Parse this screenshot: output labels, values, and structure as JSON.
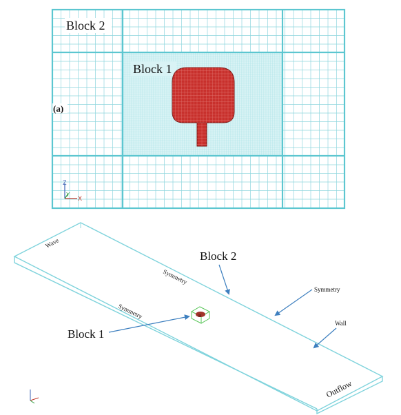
{
  "top_panel": {
    "panel_label": "(a)",
    "block_2_label": "Block 2",
    "block_1_label": "Block 1",
    "axis_z": "Z",
    "axis_y": "Y",
    "axis_x": "X",
    "mesh_color": "#8fd6de",
    "block_boundary_color": "#5cc6d0",
    "fine_mesh_fill": "#d9f3f5",
    "body_color": "#c8302c"
  },
  "bottom_panel": {
    "wave_label": "Wave",
    "symmetry_side_label": "Symmetry",
    "symmetry_top_label": "Symmetry",
    "symmetry_right_label": "Symmetry",
    "wall_label": "Wall",
    "outflow_label": "Outflow",
    "block_2_label": "Block 2",
    "block_1_label": "Block 1",
    "domain_color": "#7fd3dc",
    "inner_block_color": "#55c455",
    "arrow_color": "#3d7fbf",
    "body_color": "#a2322a"
  }
}
